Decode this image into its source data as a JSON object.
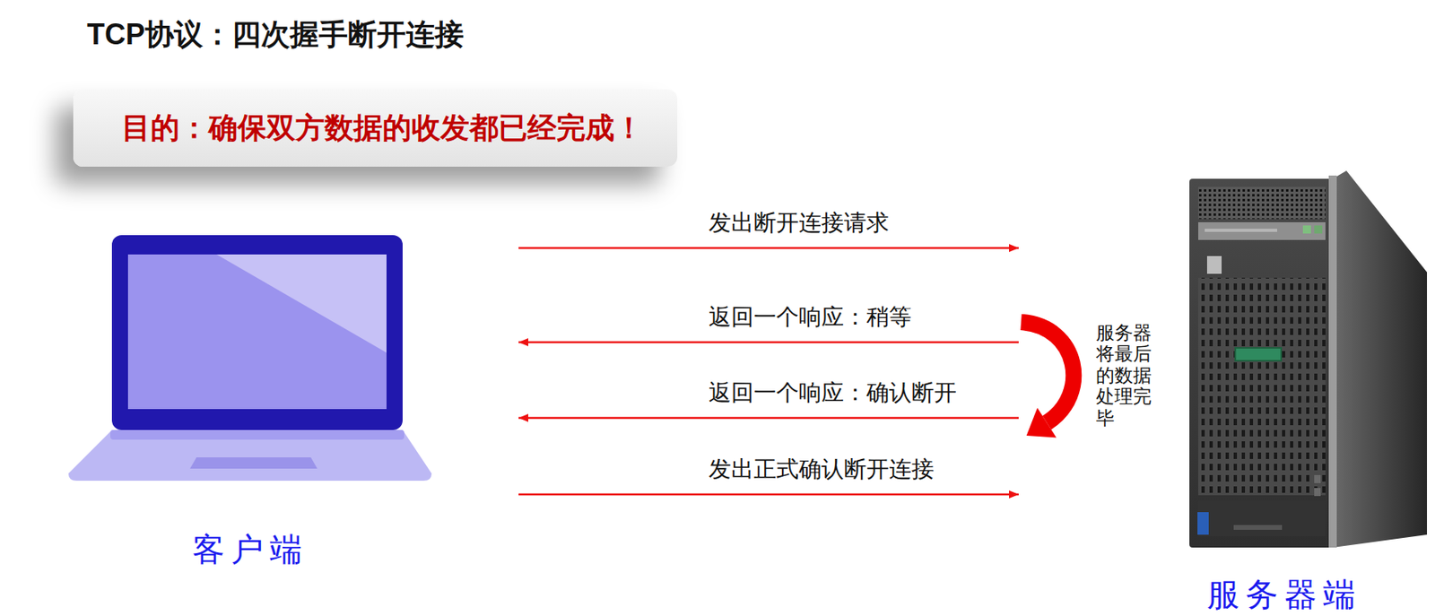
{
  "diagram": {
    "title": "TCP协议：四次握手断开连接",
    "nodes": [
      {
        "text": [
          "目的：确保双方数据的收发都已经完成！"
        ]
      },
      {
        "text": [
          "客户端"
        ]
      },
      {
        "text": [
          "服务器端"
        ]
      }
    ],
    "edges": [
      {
        "from": 1,
        "to": 2,
        "arrow": "to",
        "label": "发出断开连接请求"
      },
      {
        "from": 2,
        "to": 1,
        "arrow": "to",
        "label": "返回一个响应：稍等"
      },
      {
        "from": 2,
        "to": 1,
        "arrow": "to",
        "label": "返回一个响应：确认断开"
      },
      {
        "from": 1,
        "to": 2,
        "arrow": "to",
        "label": "发出正式确认断开连接"
      }
    ],
    "labels": [
      "服务器将最后的数据处理完毕"
    ]
  }
}
